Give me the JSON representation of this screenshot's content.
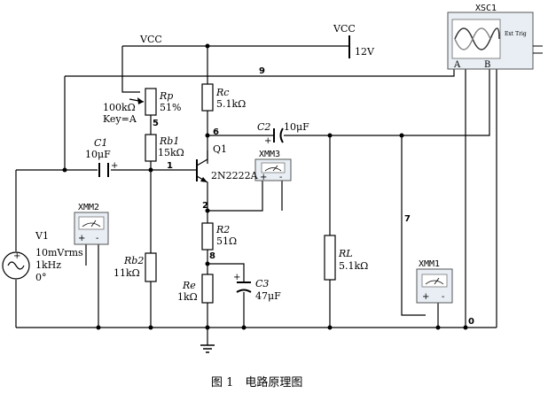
{
  "figure": {
    "caption": "图 1　电路原理图"
  },
  "supply": {
    "vcc_left_label": "VCC",
    "vcc_right_label": "VCC",
    "voltage_label": "12V"
  },
  "nodes": {
    "n9": "9",
    "n5": "5",
    "n6": "6",
    "n1": "1",
    "n2": "2",
    "n8": "8",
    "n7": "7",
    "n0": "0"
  },
  "components": {
    "rp_name": "Rp",
    "rp_value": "100kΩ",
    "rp_percent": "51%",
    "rp_key": "Key=A",
    "rc_name": "Rc",
    "rc_value": "5.1kΩ",
    "rb1_name": "Rb1",
    "rb1_value": "15kΩ",
    "q1_name": "Q1",
    "q1_part": "2N2222A",
    "c1_name": "C1",
    "c1_value": "10μF",
    "c1_plus": "+",
    "c2_name": "C2",
    "c2_value": "10μF",
    "c2_plus": "+",
    "rb2_name": "Rb2",
    "rb2_value": "11kΩ",
    "r2_name": "R2",
    "r2_value": "51Ω",
    "re_name": "Re",
    "re_value": "1kΩ",
    "c3_name": "C3",
    "c3_value": "47μF",
    "c3_plus": "+",
    "rl_name": "RL",
    "rl_value": "5.1kΩ",
    "v1_name": "V1",
    "v1_amp": "10mVrms",
    "v1_freq": "1kHz",
    "v1_phase": "0°"
  },
  "instruments": {
    "xsc1_title": "XSC1",
    "xsc1_ext_trig": "Ext Trig",
    "xsc1_a": "A",
    "xsc1_b": "B",
    "xmm1": "XMM1",
    "xmm2": "XMM2",
    "xmm3": "XMM3",
    "plus": "+",
    "minus": "-"
  }
}
